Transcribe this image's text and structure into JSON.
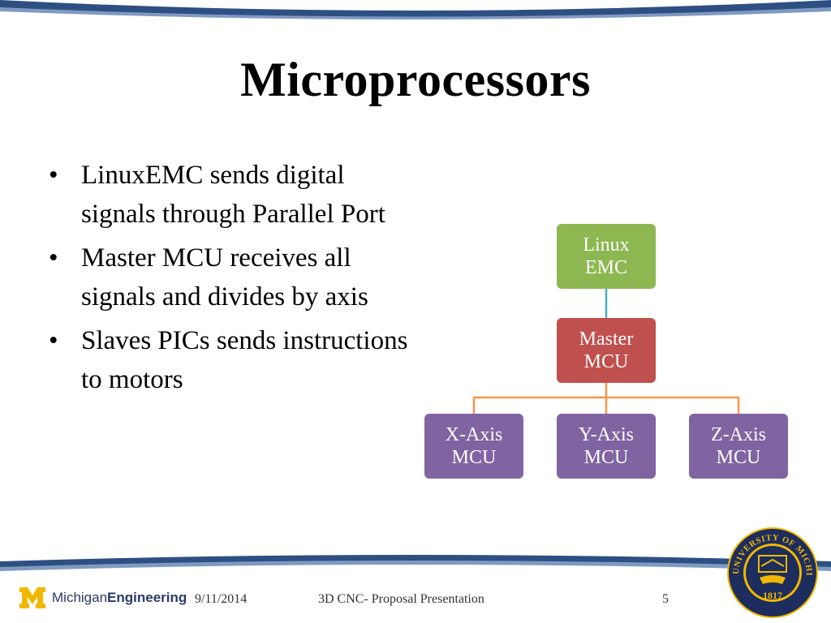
{
  "slide": {
    "title": "Microprocessors",
    "bullets": [
      "LinuxEMC sends digital signals through Parallel Port",
      "Master MCU receives all signals and divides by axis",
      "Slaves PICs sends instructions to motors"
    ],
    "bullet_char": "•"
  },
  "diagram": {
    "root": {
      "line1": "Linux",
      "line2": "EMC"
    },
    "master": {
      "line1": "Master",
      "line2": "MCU"
    },
    "children": [
      {
        "line1": "X-Axis",
        "line2": "MCU"
      },
      {
        "line1": "Y-Axis",
        "line2": "MCU"
      },
      {
        "line1": "Z-Axis",
        "line2": "MCU"
      }
    ],
    "colors": {
      "root": "#8db751",
      "master": "#c0504d",
      "child": "#8064a2",
      "connector_blue": "#4bacc6",
      "connector_orange": "#f79646"
    }
  },
  "footer": {
    "logo_prefix": "Michigan",
    "logo_bold": "Engineering",
    "date": "9/11/2014",
    "presentation": "3D CNC-  Proposal Presentation",
    "page_number": "5",
    "seal_top_text": "THE UNIVERSITY OF MICHIGAN",
    "seal_year": "1817"
  },
  "colors": {
    "band_dark": "#2e4f82",
    "band_light": "#7f9ac2",
    "maize": "#f2b700",
    "navy": "#1c2d5e"
  }
}
